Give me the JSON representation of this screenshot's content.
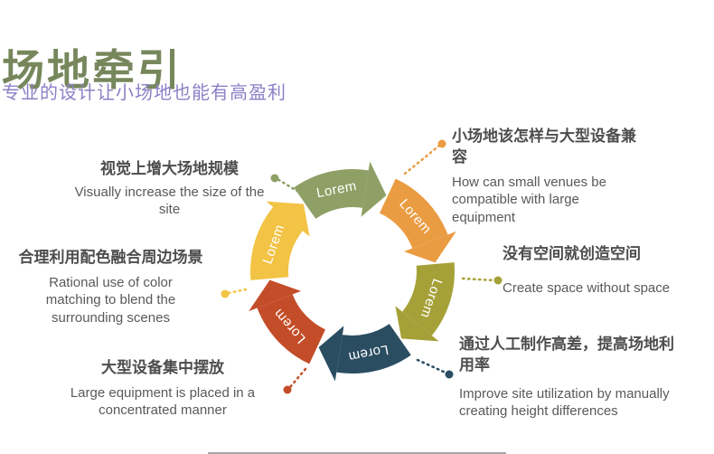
{
  "page": {
    "title": "场地牵引",
    "subtitle": "专业的设计让小场地也能有高盈利",
    "title_color": "#77875c",
    "subtitle_color": "#8d7fc7"
  },
  "diagram": {
    "type": "cycle",
    "label_text_color": "#ffffff",
    "segments": [
      {
        "label": "Lorem",
        "color": "#8ea065"
      },
      {
        "label": "Lorem",
        "color": "#ea9c42"
      },
      {
        "label": "Lorem",
        "color": "#a5a138"
      },
      {
        "label": "Lorem",
        "color": "#2a4d62"
      },
      {
        "label": "Lorem",
        "color": "#c44d29"
      },
      {
        "label": "Lorem",
        "color": "#f2c344"
      }
    ]
  },
  "annotations": [
    {
      "id": "top-left",
      "zh": "视觉上增大场地规模",
      "en": "Visually increase the size of the site"
    },
    {
      "id": "top-right",
      "zh": "小场地该怎样与大型设备兼容",
      "en": "How can small venues be compatible with large equipment"
    },
    {
      "id": "right",
      "zh": "没有空间就创造空间",
      "en": "Create space without space"
    },
    {
      "id": "bottom-right",
      "zh": "通过人工制作高差，提高场地利用率",
      "en": "Improve site utilization by manually creating height differences"
    },
    {
      "id": "left",
      "zh": "合理利用配色融合周边场景",
      "en": "Rational use of color matching to blend the surrounding scenes"
    },
    {
      "id": "bottom-left",
      "zh": "大型设备集中摆放",
      "en": "Large equipment is placed in a concentrated manner"
    }
  ]
}
